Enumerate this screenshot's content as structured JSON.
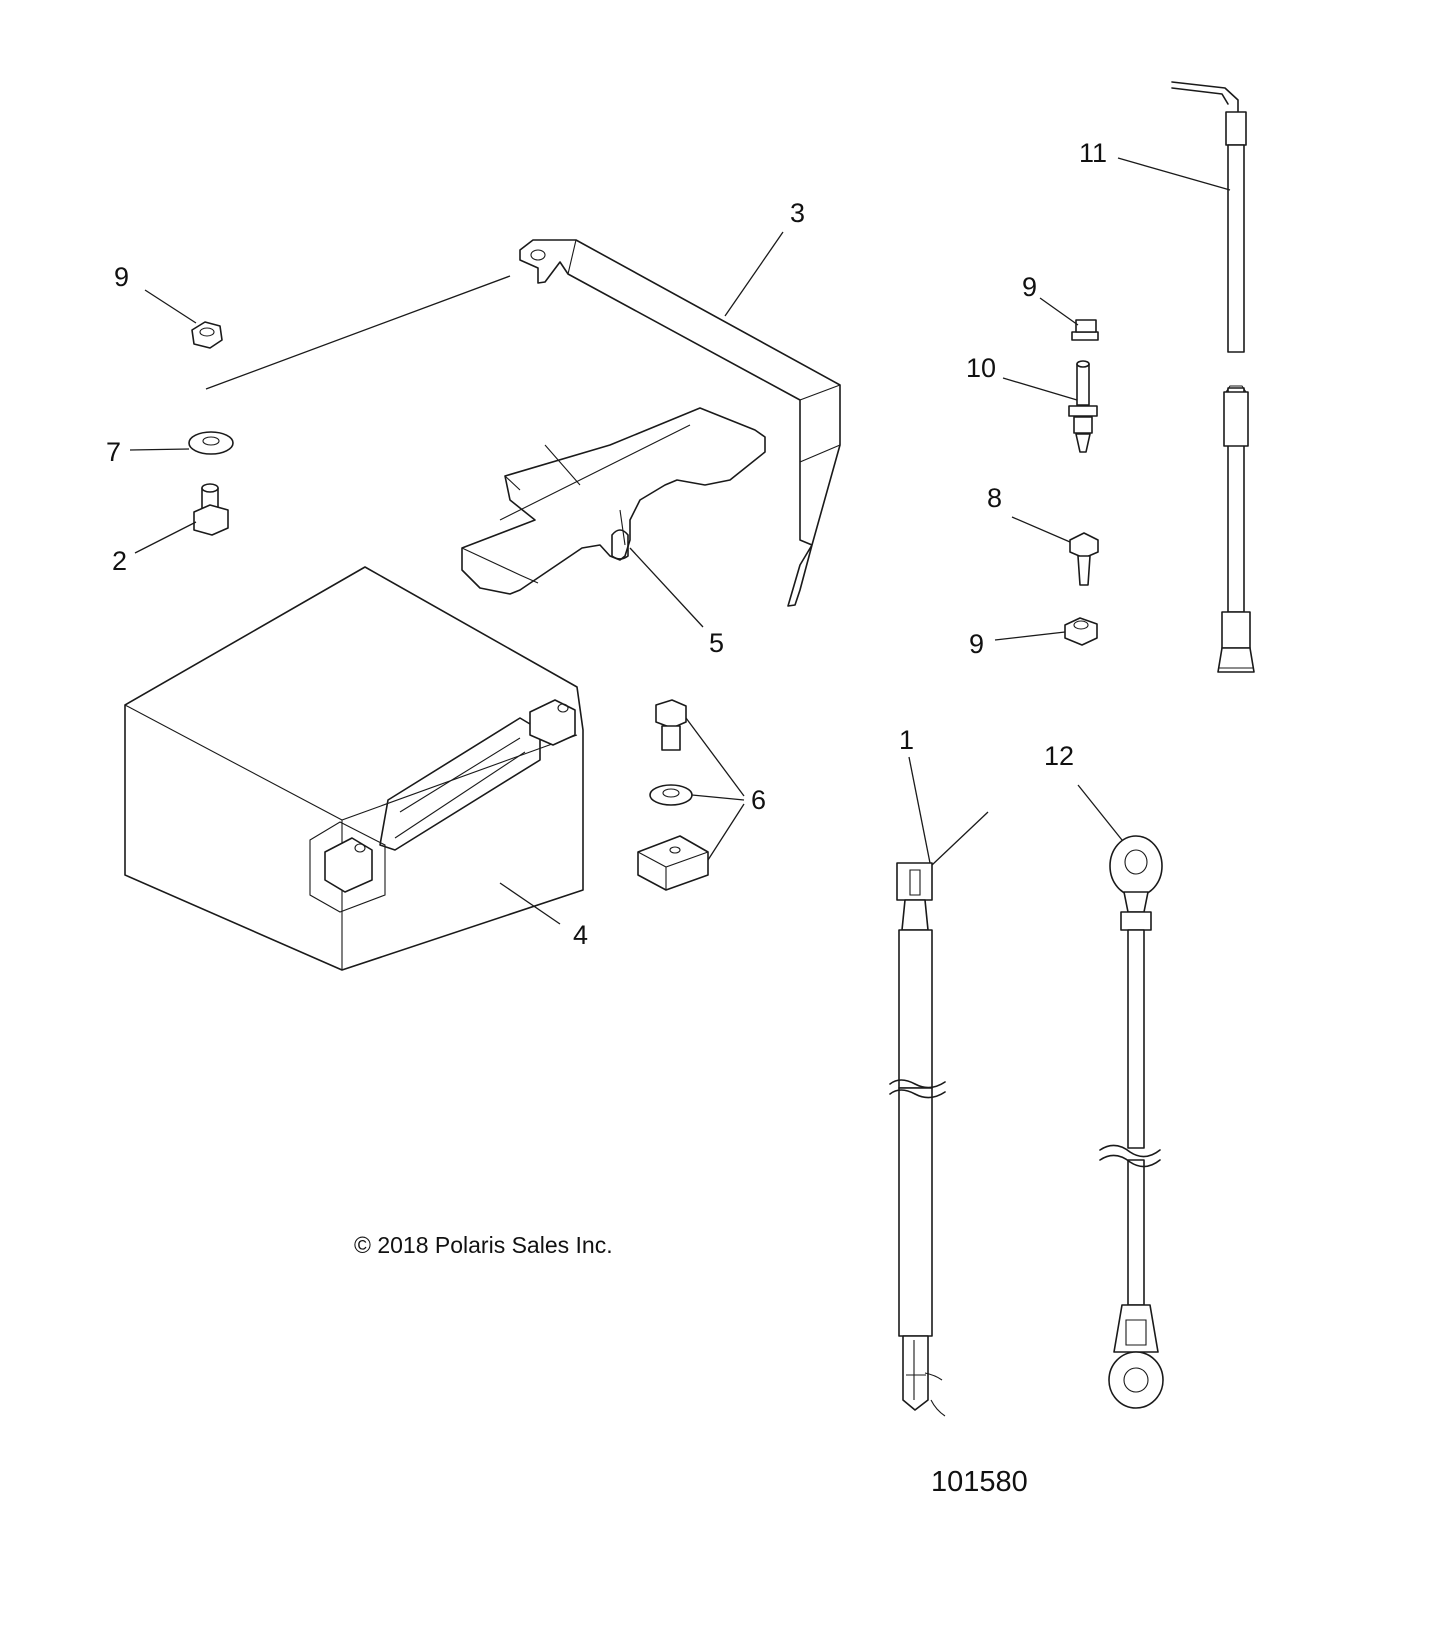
{
  "callouts": {
    "c1": "1",
    "c2": "2",
    "c3": "3",
    "c4": "4",
    "c5": "5",
    "c6": "6",
    "c7": "7",
    "c8": "8",
    "c9a": "9",
    "c9b": "9",
    "c9c": "9",
    "c10": "10",
    "c11": "11",
    "c12": "12"
  },
  "copyright": "© 2018 Polaris Sales Inc.",
  "drawing_number": "101580"
}
